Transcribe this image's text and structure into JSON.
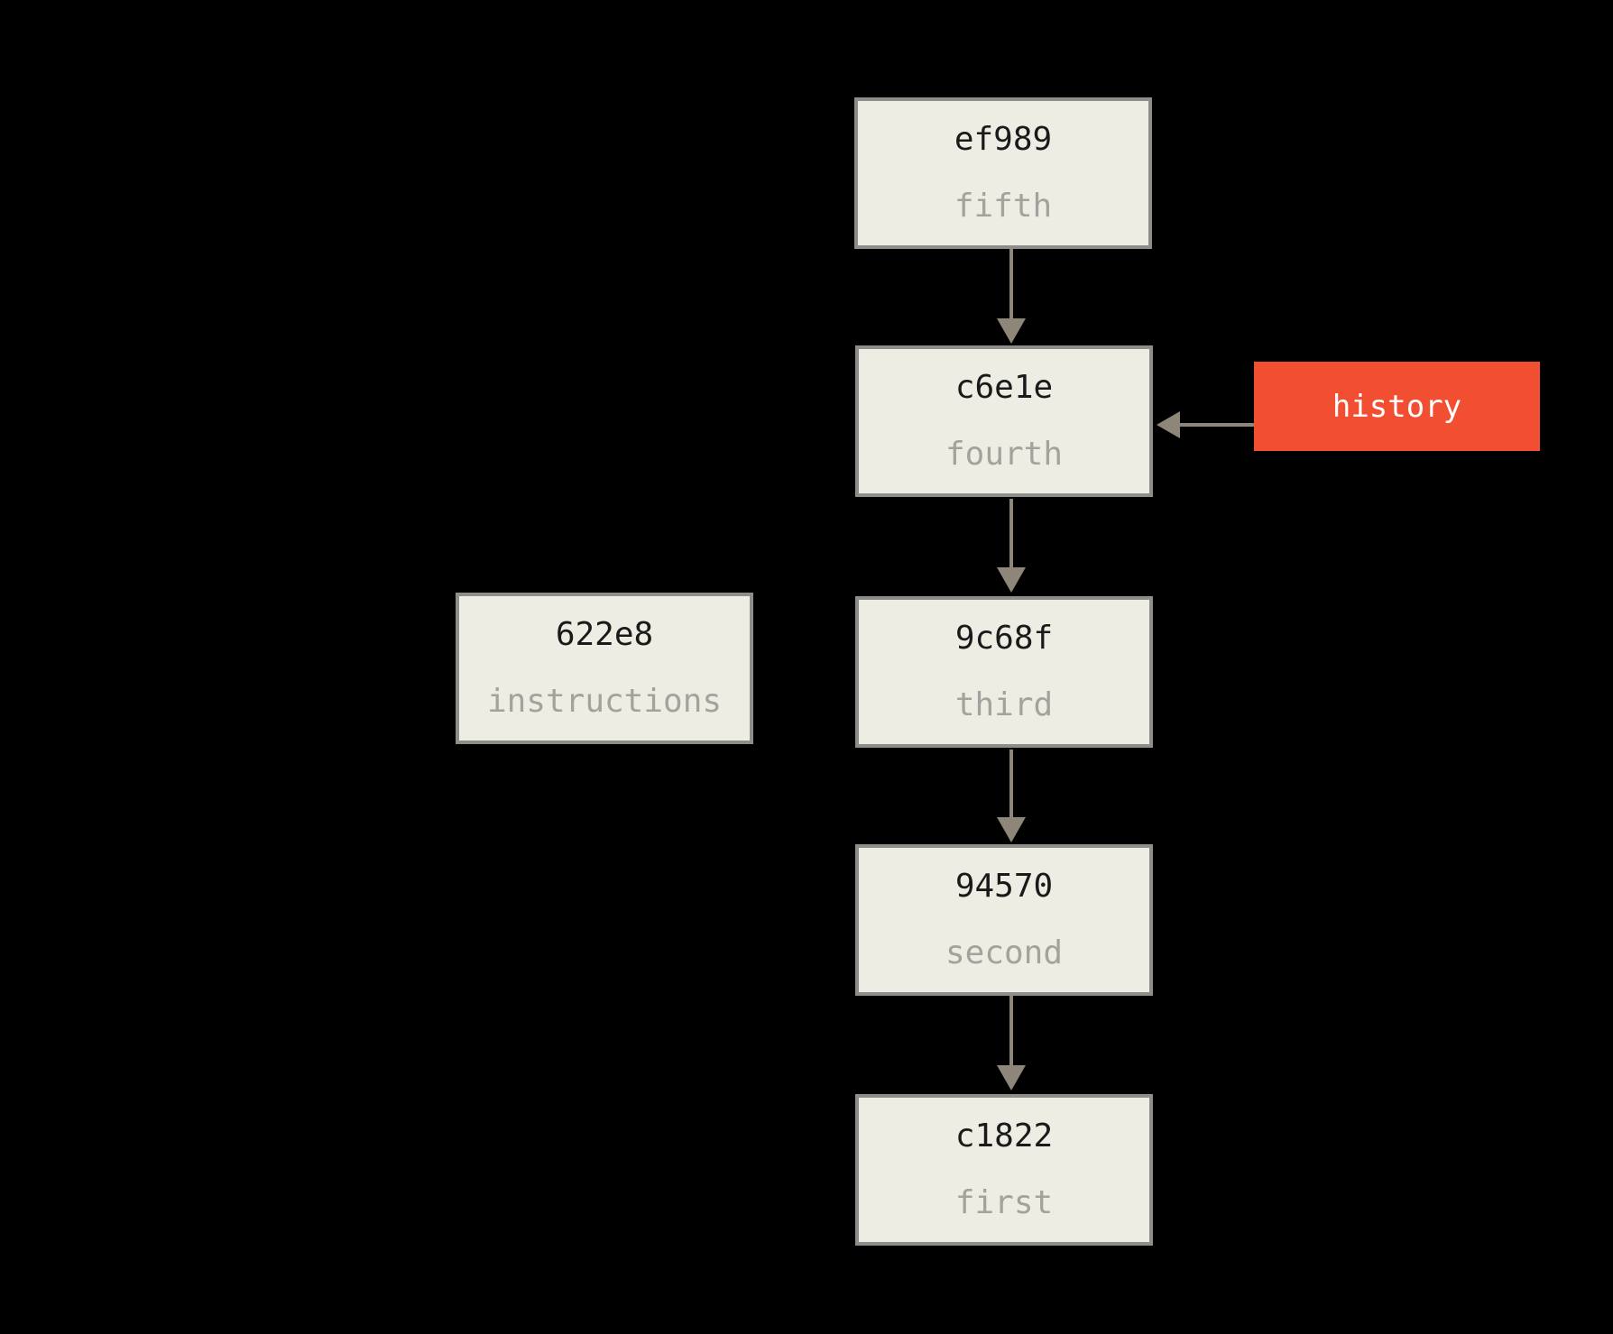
{
  "colors": {
    "page-bg": "#000000",
    "box-fill": "#eeede4",
    "box-border": "#8f8d89",
    "hash-text": "#1a1a1a",
    "label-text": "#a4a29d",
    "arrow": "#8d8679",
    "ref-bg": "#f14e32",
    "ref-text": "#ffffff"
  },
  "diagram": {
    "type": "git-commit-history-graph",
    "commits": [
      {
        "hash": "ef989",
        "label": "fifth"
      },
      {
        "hash": "c6e1e",
        "label": "fourth"
      },
      {
        "hash": "9c68f",
        "label": "third"
      },
      {
        "hash": "94570",
        "label": "second"
      },
      {
        "hash": "c1822",
        "label": "first"
      }
    ],
    "side_commit": {
      "hash": "622e8",
      "label": "instructions"
    },
    "ref_label": {
      "text": "history",
      "points_to": "c6e1e"
    },
    "edges": [
      {
        "from": "ef989",
        "to": "c6e1e",
        "direction": "down"
      },
      {
        "from": "c6e1e",
        "to": "9c68f",
        "direction": "down"
      },
      {
        "from": "9c68f",
        "to": "94570",
        "direction": "down"
      },
      {
        "from": "94570",
        "to": "c1822",
        "direction": "down"
      },
      {
        "from": "history",
        "to": "c6e1e",
        "direction": "left"
      }
    ]
  }
}
